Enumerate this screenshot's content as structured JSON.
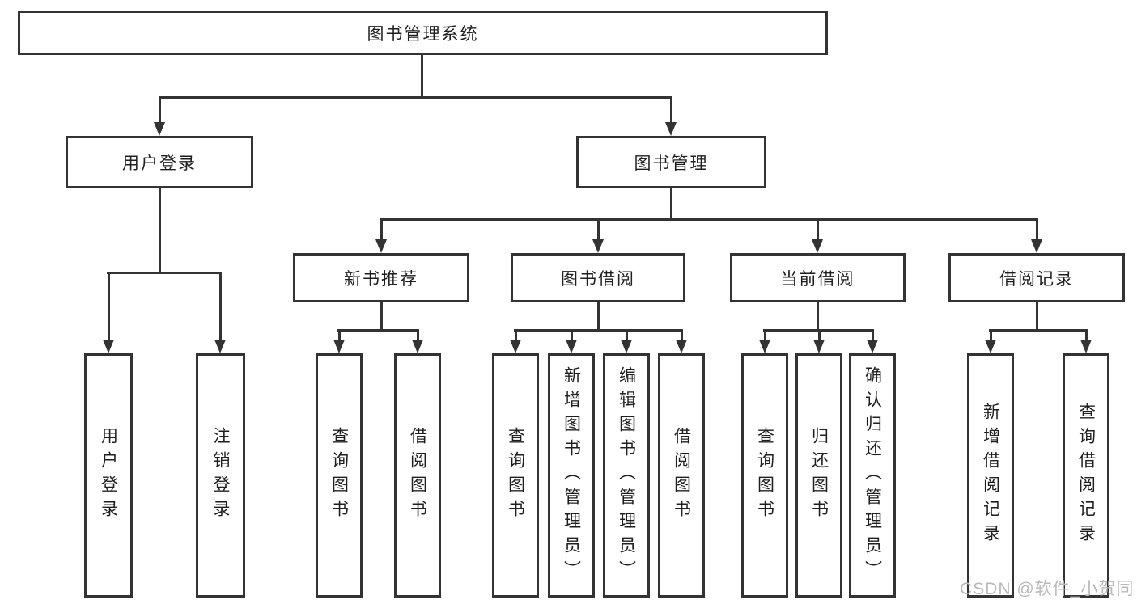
{
  "colors": {
    "line": "#333333",
    "text": "#1f1f1f",
    "watermark": "#b9b9b9",
    "background": "#ffffff"
  },
  "watermark": "CSDN @软件_小贺同学",
  "nodes": {
    "root": {
      "label": "图书管理系统"
    },
    "user_login": {
      "label": "用户登录"
    },
    "book_mgmt": {
      "label": "图书管理"
    },
    "new_book_rec": {
      "label": "新书推荐"
    },
    "book_borrow": {
      "label": "图书借阅"
    },
    "current_borrow": {
      "label": "当前借阅"
    },
    "borrow_record": {
      "label": "借阅记录"
    },
    "leaf_user_login": {
      "label": "用户登录"
    },
    "leaf_logout": {
      "label": "注销登录"
    },
    "leaf_rec_query_book": {
      "label": "查询图书"
    },
    "leaf_rec_borrow_book": {
      "label": "借阅图书"
    },
    "leaf_bor_query_book": {
      "label": "查询图书"
    },
    "leaf_bor_add_book": {
      "label": "新增图书（管理员）"
    },
    "leaf_bor_edit_book": {
      "label": "编辑图书（管理员）"
    },
    "leaf_bor_borrow_book": {
      "label": "借阅图书"
    },
    "leaf_cur_query_book": {
      "label": "查询图书"
    },
    "leaf_cur_return_book": {
      "label": "归还图书"
    },
    "leaf_cur_confirm_return": {
      "label": "确认归还（管理员）"
    },
    "leaf_rcd_add_record": {
      "label": "新增借阅记录"
    },
    "leaf_rcd_query_record": {
      "label": "查询借阅记录"
    }
  }
}
